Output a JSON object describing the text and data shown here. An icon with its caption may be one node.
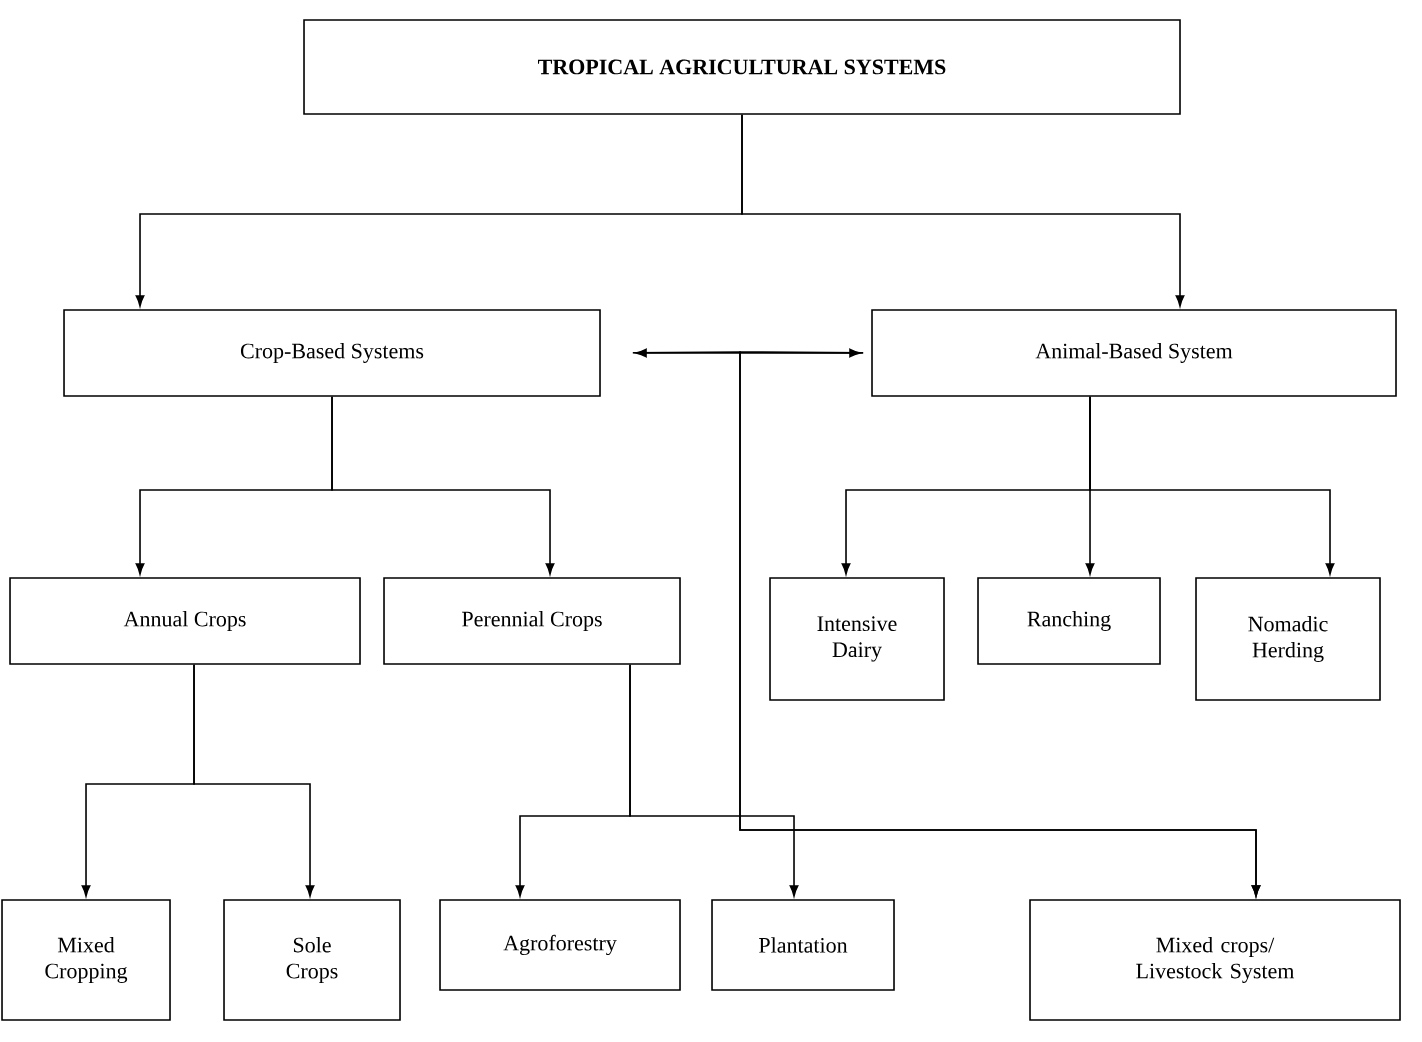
{
  "diagram": {
    "nodes": [
      {
        "text": [
          "TROPICAL AGRICULTURAL SYSTEMS"
        ]
      },
      {
        "text": [
          "Crop-Based Systems"
        ]
      },
      {
        "text": [
          "Animal-Based System"
        ]
      },
      {
        "text": [
          "Annual Crops"
        ]
      },
      {
        "text": [
          "Perennial Crops"
        ]
      },
      {
        "text": [
          "Intensive Dairy"
        ]
      },
      {
        "text": [
          "Ranching"
        ]
      },
      {
        "text": [
          "Nomadic Herding"
        ]
      },
      {
        "text": [
          "Mixed Cropping"
        ]
      },
      {
        "text": [
          "Sole Crops"
        ]
      },
      {
        "text": [
          "Agroforestry"
        ]
      },
      {
        "text": [
          "Plantation"
        ]
      },
      {
        "text": [
          "Mixed crops/ Livestock System"
        ]
      }
    ],
    "edges": [
      {
        "from": 0,
        "to": 1,
        "arrow": "to"
      },
      {
        "from": 0,
        "to": 2,
        "arrow": "to"
      },
      {
        "from": 1,
        "to": 2,
        "arrow": "both"
      },
      {
        "from": 1,
        "to": 3,
        "arrow": "to"
      },
      {
        "from": 1,
        "to": 4,
        "arrow": "to"
      },
      {
        "from": 2,
        "to": 5,
        "arrow": "to"
      },
      {
        "from": 2,
        "to": 6,
        "arrow": "to"
      },
      {
        "from": 2,
        "to": 7,
        "arrow": "to"
      },
      {
        "from": 3,
        "to": 8,
        "arrow": "to"
      },
      {
        "from": 3,
        "to": 9,
        "arrow": "to"
      },
      {
        "from": 4,
        "to": 10,
        "arrow": "to"
      },
      {
        "from": 4,
        "to": 11,
        "arrow": "to"
      },
      {
        "from": 1,
        "to": 12,
        "arrow": "to"
      },
      {
        "from": 2,
        "to": 12,
        "arrow": "to"
      }
    ]
  }
}
